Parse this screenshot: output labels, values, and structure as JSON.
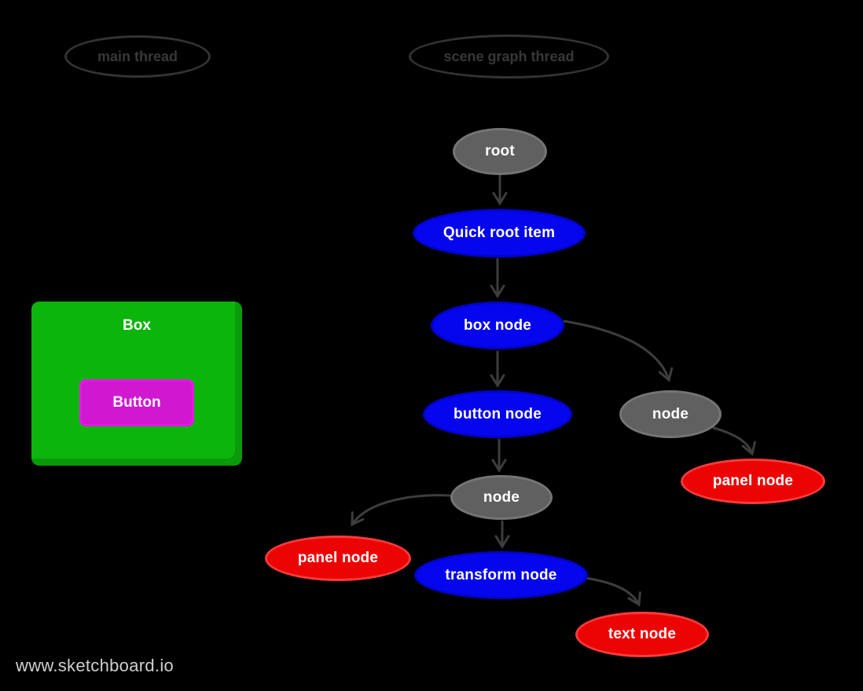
{
  "watermark": "www.sketchboard.io",
  "lanes": {
    "main_thread": {
      "label": "main thread"
    },
    "scene_graph_thread": {
      "label": "scene graph thread"
    }
  },
  "ui_preview": {
    "box": {
      "label": "Box",
      "fill": "#0cb50c"
    },
    "button": {
      "label": "Button",
      "fill": "#d118d1",
      "border": "#e816e8"
    }
  },
  "graph": {
    "nodes": [
      {
        "id": "root",
        "label": "root",
        "color": "gray"
      },
      {
        "id": "quick_root_item",
        "label": "Quick root item",
        "color": "blue"
      },
      {
        "id": "box_node",
        "label": "box node",
        "color": "blue"
      },
      {
        "id": "button_node",
        "label": "button node",
        "color": "blue"
      },
      {
        "id": "node_right",
        "label": "node",
        "color": "gray"
      },
      {
        "id": "panel_node_right",
        "label": "panel node",
        "color": "red"
      },
      {
        "id": "node_center",
        "label": "node",
        "color": "gray"
      },
      {
        "id": "panel_node_left",
        "label": "panel node",
        "color": "red"
      },
      {
        "id": "transform_node",
        "label": "transform node",
        "color": "blue"
      },
      {
        "id": "text_node",
        "label": "text node",
        "color": "red"
      }
    ],
    "edges": [
      {
        "from": "root",
        "to": "quick_root_item"
      },
      {
        "from": "quick_root_item",
        "to": "box_node"
      },
      {
        "from": "box_node",
        "to": "button_node"
      },
      {
        "from": "box_node",
        "to": "node_right"
      },
      {
        "from": "node_right",
        "to": "panel_node_right"
      },
      {
        "from": "button_node",
        "to": "node_center"
      },
      {
        "from": "node_center",
        "to": "panel_node_left"
      },
      {
        "from": "node_center",
        "to": "transform_node"
      },
      {
        "from": "transform_node",
        "to": "text_node"
      }
    ]
  },
  "colors": {
    "background": "#000000",
    "node_blue": "#0505ee",
    "node_gray": "#606060",
    "node_red": "#ec0404",
    "arrow": "#3d3d3d",
    "lane_outline": "#333333",
    "node_text": "#ffffff",
    "watermark_text": "#cfcfcf"
  }
}
